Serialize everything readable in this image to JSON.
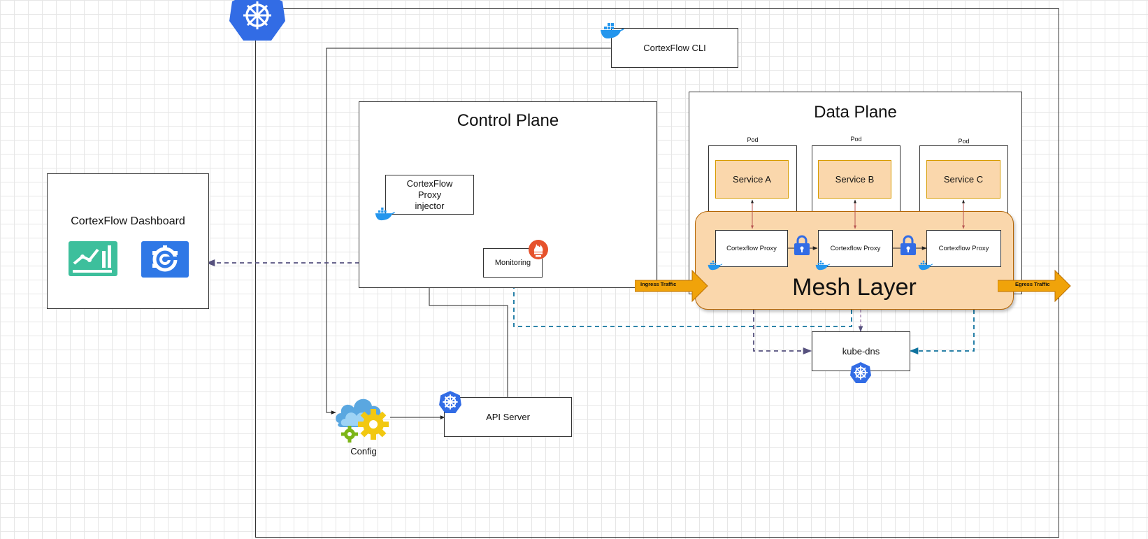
{
  "dashboard": {
    "title": "CortexFlow Dashboard"
  },
  "cli": {
    "label": "CortexFlow CLI"
  },
  "control_plane": {
    "title": "Control Plane",
    "injector": [
      "CortexFlow",
      "Proxy",
      "injector"
    ],
    "monitoring": "Monitoring"
  },
  "data_plane": {
    "title": "Data Plane",
    "pod_label": "Pod",
    "services": [
      "Service A",
      "Service B",
      "Service C"
    ],
    "proxy_label": "Cortexflow Proxy",
    "mesh_layer": "Mesh Layer"
  },
  "traffic": {
    "ingress": "Ingress Traffic",
    "egress": "Egress Traffic"
  },
  "kube_dns": "kube-dns",
  "api_server": "API Server",
  "config": "Config",
  "icons": {
    "kubernetes": "kubernetes-helm-icon",
    "docker": "docker-whale-icon",
    "prometheus": "prometheus-icon",
    "grafana": "grafana-icon",
    "metrics": "metrics-chart-icon",
    "lock": "lock-icon",
    "config": "cloud-gears-icon"
  },
  "colors": {
    "kubernetes_blue": "#326ce5",
    "mesh_fill": "#fad7ac",
    "mesh_border": "#b46504",
    "arrow_orange": "#f0a30a",
    "dashed_purple": "#56517e",
    "dashed_blue": "#10739e"
  }
}
